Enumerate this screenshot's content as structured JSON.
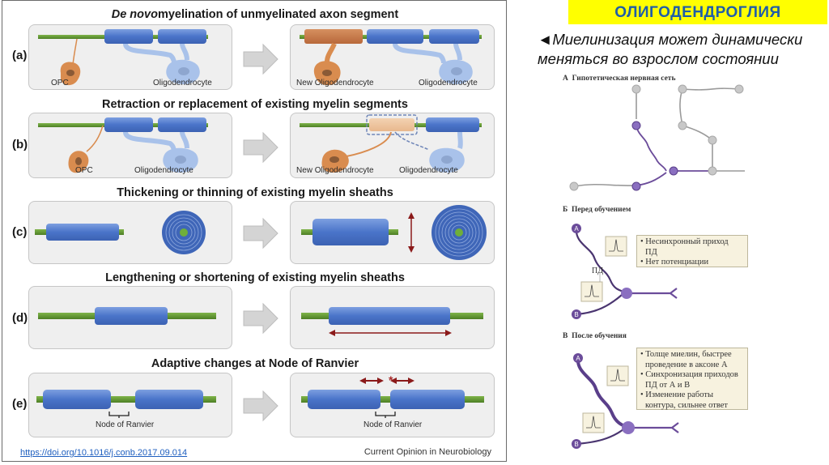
{
  "figure": {
    "rows": [
      {
        "label": "(a)",
        "title_italic": "De novo",
        "title": " myelination of unmyelinated axon segment",
        "left_captions": [
          "OPC",
          "Oligodendrocyte"
        ],
        "right_captions": [
          "New Oligodendrocyte",
          "Oligodendrocyte"
        ]
      },
      {
        "label": "(b)",
        "title_italic": "",
        "title": "Retraction or replacement of existing myelin segments",
        "left_captions": [
          "OPC",
          "Oligodendrocyte"
        ],
        "right_captions": [
          "New Oligodendrocyte",
          "Oligodendrocyte"
        ]
      },
      {
        "label": "(c)",
        "title_italic": "",
        "title": "Thickening or thinning of existing myelin sheaths",
        "left_captions": [],
        "right_captions": []
      },
      {
        "label": "(d)",
        "title_italic": "",
        "title": "Lengthening or shortening of existing myelin sheaths",
        "left_captions": [],
        "right_captions": []
      },
      {
        "label": "(e)",
        "title_italic": "",
        "title": "Adaptive changes at Node of Ranvier",
        "left_captions": [
          "Node of Ranvier"
        ],
        "right_captions": [
          "Node of Ranvier"
        ],
        "asterisk": "*"
      }
    ],
    "doi_link": "https://doi.org/10.1016/j.conb.2017.09.014",
    "journal": "Current Opinion in Neurobiology",
    "colors": {
      "axon": "#5a8f2e",
      "myelin": "#4a74c9",
      "opc": "#d98c4f",
      "oligo": "#a9c2ea",
      "panel": "#efefef",
      "arrow": "#8b1a1a"
    }
  },
  "slide": {
    "banner": "ОЛИГОДЕНДРОГЛИЯ",
    "subtitle_marker": "◄",
    "subtitle": "Миелинизация может динамически меняться во взрослом состоянии",
    "colors": {
      "banner_bg": "#ffff00",
      "banner_text": "#1f5ea8",
      "neuron_active": "#6b4c9a",
      "neuron_inactive": "#c8c8c8"
    }
  },
  "network": {
    "panel_a": {
      "letter": "А",
      "title": "Гипотетическая нервная сеть"
    },
    "panel_b": {
      "letter": "Б",
      "title": "Перед обучением",
      "node_a": "A",
      "node_b": "B",
      "pd_label": "ПД",
      "notes": [
        "• Несинхронный приход",
        "  ПД",
        "• Нет потенциации"
      ]
    },
    "panel_v": {
      "letter": "В",
      "title": "После обучения",
      "node_a": "A",
      "node_b": "B",
      "notes": [
        "• Толще миелин, быстрее",
        "  проведение в аксоне А",
        "• Синхронизация приходов",
        "  ПД от А и В",
        "• Изменение работы",
        "  контура, сильнее ответ"
      ]
    }
  }
}
